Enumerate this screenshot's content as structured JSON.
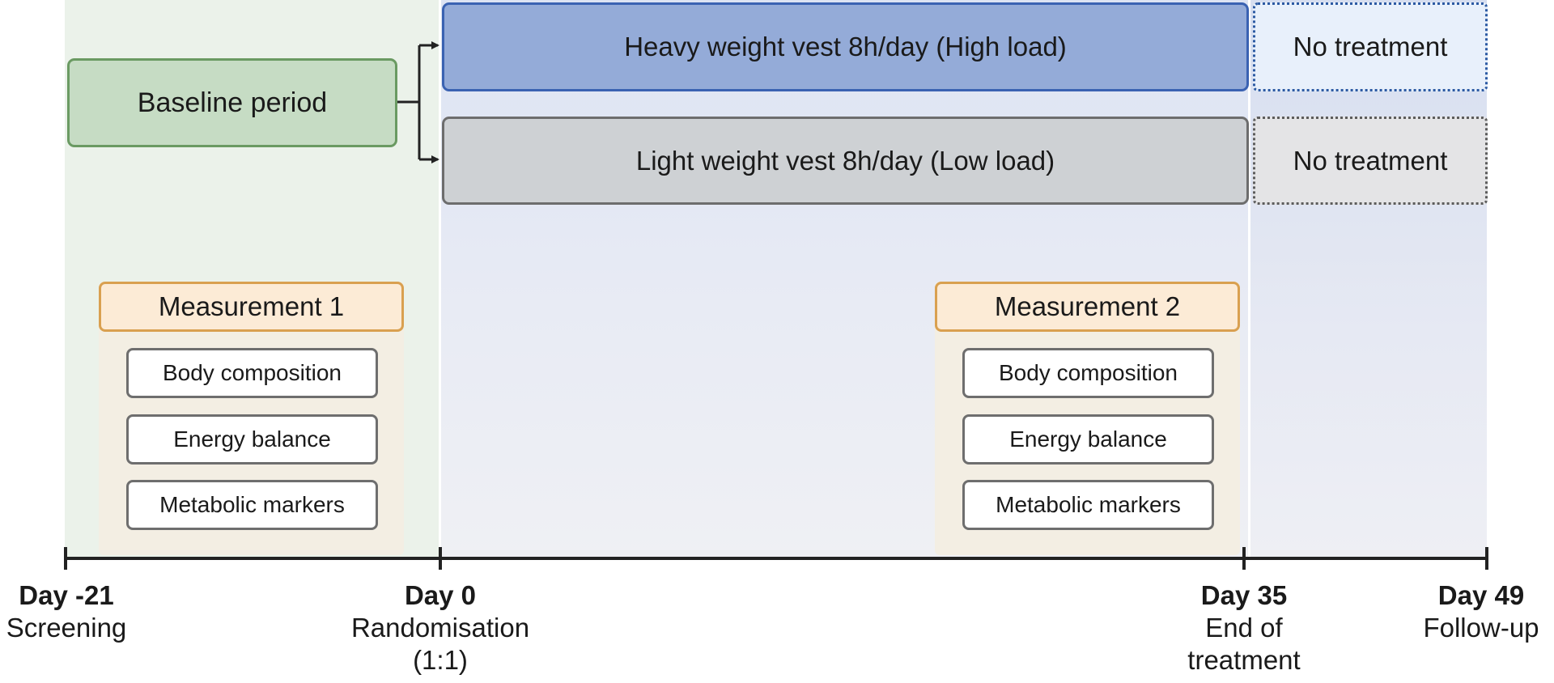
{
  "baseline": {
    "label": "Baseline period"
  },
  "arms": [
    {
      "label": "Heavy weight vest 8h/day (High load)",
      "followup": "No treatment"
    },
    {
      "label": "Light weight vest 8h/day (Low load)",
      "followup": "No treatment"
    }
  ],
  "measurements": [
    {
      "title": "Measurement 1",
      "items": [
        "Body composition",
        "Energy balance",
        "Metabolic markers"
      ]
    },
    {
      "title": "Measurement 2",
      "items": [
        "Body composition",
        "Energy balance",
        "Metabolic markers"
      ]
    }
  ],
  "timeline": [
    {
      "day": "Day -21",
      "desc": [
        "Screening"
      ]
    },
    {
      "day": "Day 0",
      "desc": [
        "Randomisation",
        "(1:1)"
      ]
    },
    {
      "day": "Day 35",
      "desc": [
        "End of",
        "treatment"
      ]
    },
    {
      "day": "Day 49",
      "desc": [
        "Follow-up"
      ]
    }
  ],
  "colors": {
    "baseline_fill": "#c6dcc4",
    "baseline_border": "#6a9a62",
    "high_fill": "#94abd8",
    "high_border": "#3a62b2",
    "low_fill": "#ced1d4",
    "low_border": "#6d6d6d",
    "measurement_fill": "#fcebd6",
    "measurement_border": "#d9a050"
  }
}
